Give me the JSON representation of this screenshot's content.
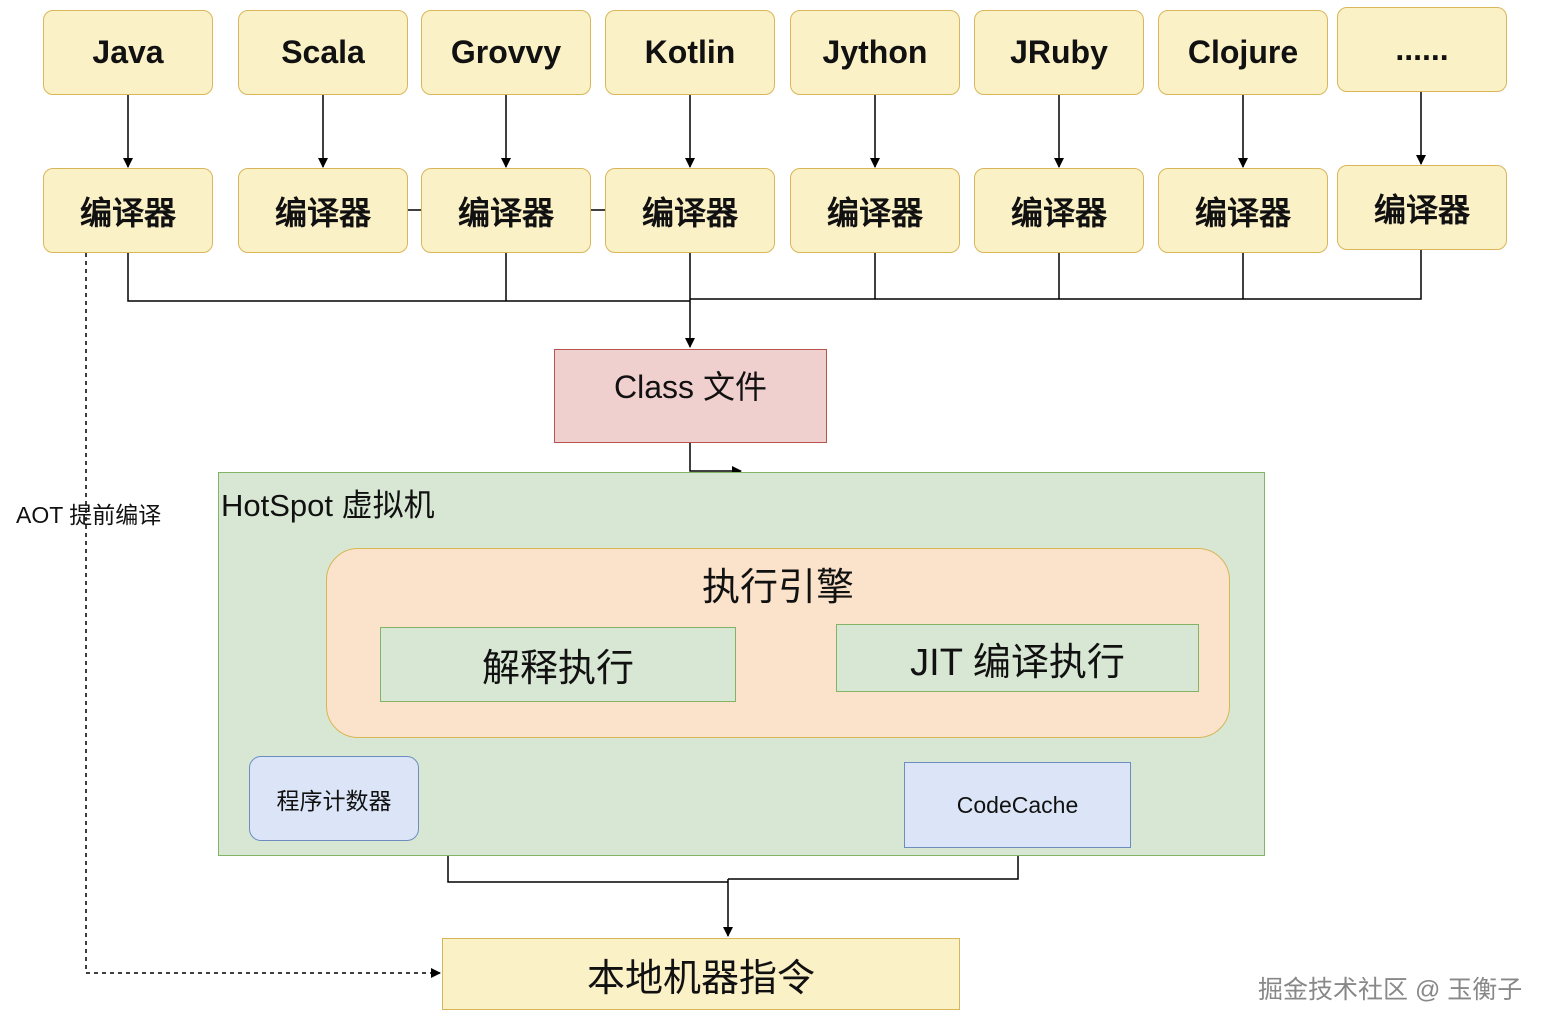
{
  "languages": [
    "Java",
    "Scala",
    "Grovvy",
    "Kotlin",
    "Jython",
    "JRuby",
    "Clojure",
    "......"
  ],
  "compiler_label": "编译器",
  "class_file": "Class 文件",
  "hotspot": {
    "title": "HotSpot 虚拟机",
    "engine": {
      "title": "执行引擎",
      "interpreter": "解释执行",
      "jit": "JIT 编译执行"
    },
    "program_counter": "程序计数器",
    "code_cache": "CodeCache"
  },
  "native": "本地机器指令",
  "aot_label": "AOT 提前编译",
  "watermark": "掘金技术社区 @ 玉衡子",
  "colors": {
    "language_fill": "#fbf1c7",
    "class_fill": "#f0cfcf",
    "vm_fill": "#d8e7d4",
    "engine_fill": "#fbe2cb",
    "blue_fill": "#dbe5f7"
  }
}
